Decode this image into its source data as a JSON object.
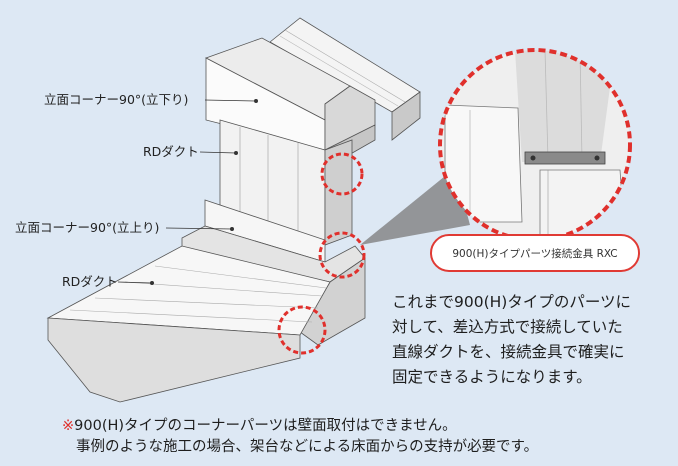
{
  "labels": {
    "corner_down": "立面コーナー90°(立下り)",
    "rd_duct_upper": "RDダクト",
    "corner_up": "立面コーナー90°(立上り)",
    "rd_duct_lower": "RDダクト"
  },
  "callout": "900(H)タイプパーツ接続金具 RXC",
  "description": [
    "これまで900(H)タイプのパーツに",
    "対して、差込方式で接続していた",
    "直線ダクトを、接続金具で確実に",
    "固定できるようになります。"
  ],
  "note": {
    "mark": "※",
    "line1": "900(H)タイプのコーナーパーツは壁面取付はできません。",
    "line2": "事例のような施工の場合、架台などによる床面からの支持が必要です。"
  },
  "colors": {
    "background": "#dde8f4",
    "highlight_red": "#e0302c"
  }
}
